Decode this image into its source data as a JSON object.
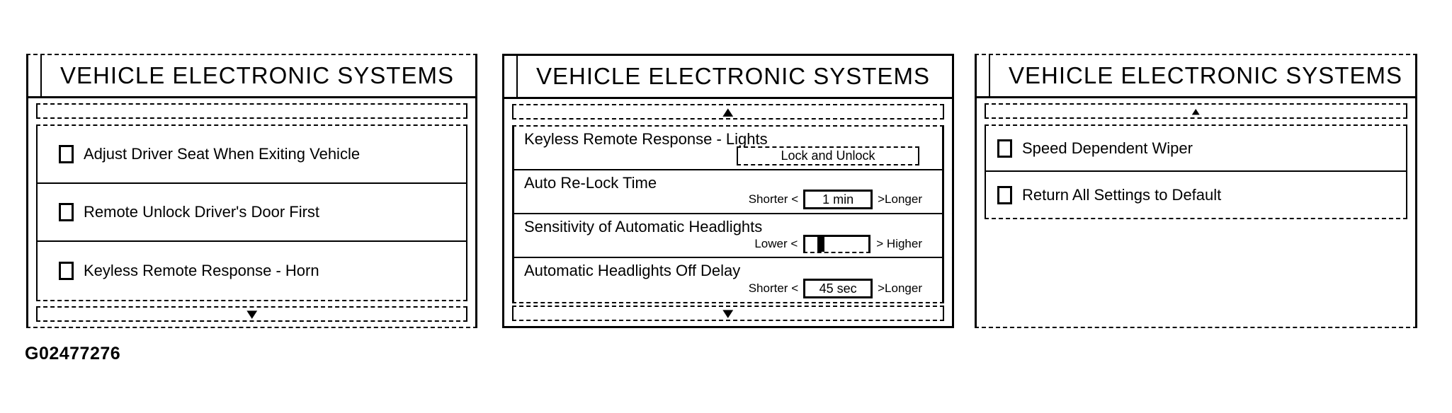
{
  "page": {
    "figure_id": "G02477276"
  },
  "icons": {
    "scroll_up": "▲",
    "scroll_down": "▼"
  },
  "panel_left": {
    "title": "VEHICLE ELECTRONIC SYSTEMS",
    "items": [
      {
        "label": "Adjust Driver Seat When Exiting Vehicle",
        "checked": false
      },
      {
        "label": "Remote Unlock Driver's Door First",
        "checked": false
      },
      {
        "label": "Keyless Remote Response - Horn",
        "checked": false
      }
    ]
  },
  "panel_middle": {
    "title": "VEHICLE ELECTRONIC SYSTEMS",
    "items": [
      {
        "label": "Keyless Remote Response - Lights",
        "control": "button",
        "value": "Lock and Unlock"
      },
      {
        "label": "Auto Re-Lock Time",
        "control": "stepper",
        "left_text": "Shorter <",
        "value": "1 min",
        "right_text": ">Longer"
      },
      {
        "label": "Sensitivity of Automatic Headlights",
        "control": "slider",
        "left_text": "Lower <",
        "value_percent": 20,
        "right_text": "> Higher"
      },
      {
        "label": "Automatic Headlights Off Delay",
        "control": "stepper",
        "left_text": "Shorter <",
        "value": "45 sec",
        "right_text": ">Longer"
      }
    ]
  },
  "panel_right": {
    "title": "VEHICLE ELECTRONIC SYSTEMS",
    "items": [
      {
        "label": "Speed Dependent Wiper",
        "checked": false
      },
      {
        "label": "Return All Settings to Default",
        "checked": false
      }
    ]
  }
}
